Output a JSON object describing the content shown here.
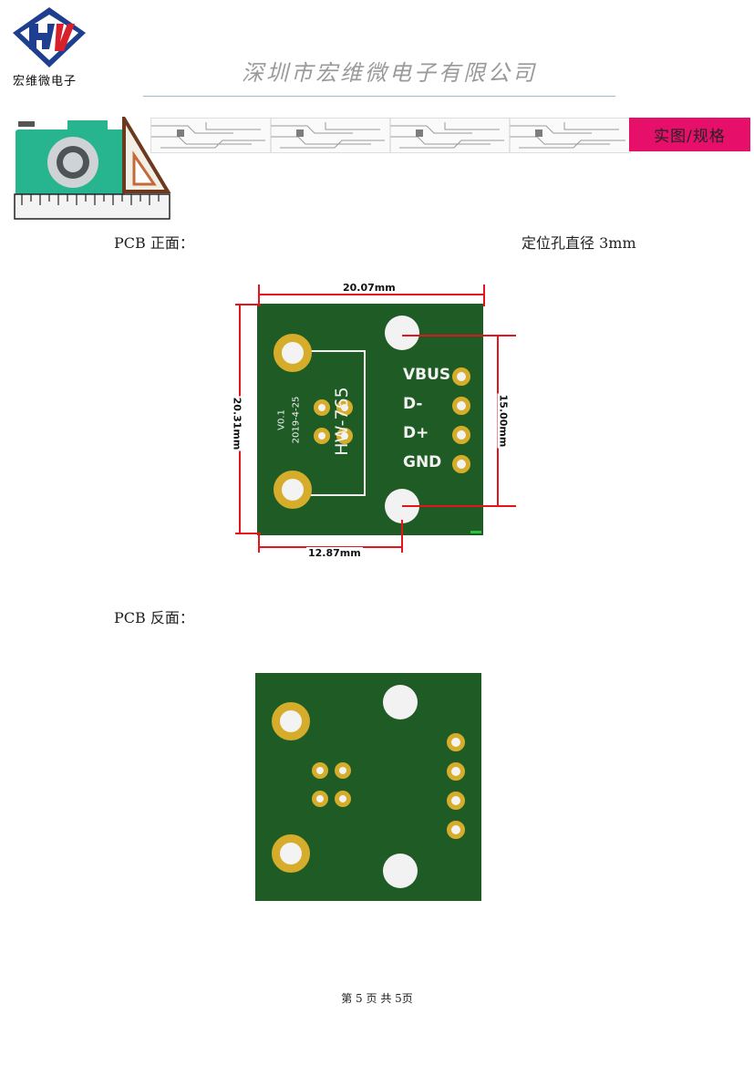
{
  "header": {
    "logo_text": "宏维微电子",
    "company_name": "深圳市宏维微电子有限公司",
    "section_tab": "实图/规格"
  },
  "front": {
    "label": "PCB 正面：",
    "note": "定位孔直径 3mm",
    "silk_version": "V0.1",
    "silk_date": "2019-4-25",
    "silk_model": "HW-765",
    "pins": [
      "VBUS",
      "D-",
      "D+",
      "GND"
    ],
    "dim_width": "20.07mm",
    "dim_height": "20.31mm",
    "dim_hole_spacing": "15.00mm",
    "dim_offset": "12.87mm"
  },
  "back": {
    "label": "PCB 反面："
  },
  "footer": {
    "page_text": "第 5 页 共 5页"
  },
  "colors": {
    "board_green": "#1f5b25",
    "pad_gold": "#d6ad2a",
    "dimension_red": "#e4141c",
    "tab_pink": "#e60f6a"
  }
}
